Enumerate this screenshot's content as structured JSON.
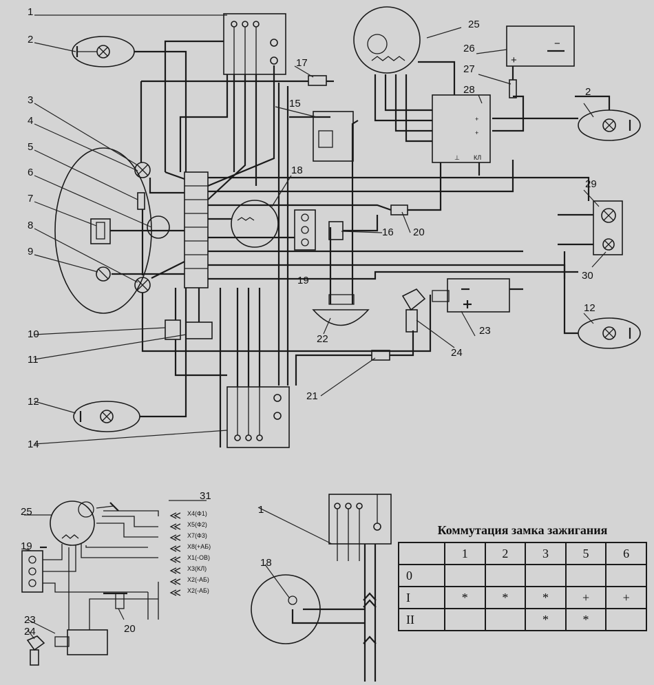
{
  "callouts": {
    "c1": "1",
    "c2": "2",
    "c3": "3",
    "c4": "4",
    "c5": "5",
    "c6": "6",
    "c7": "7",
    "c8": "8",
    "c9": "9",
    "c10": "10",
    "c11": "11",
    "c12": "12",
    "c14": "14",
    "c15": "15",
    "c16": "16",
    "c17": "17",
    "c18": "18",
    "c19": "19",
    "c20": "20",
    "c21": "21",
    "c22": "22",
    "c23": "23",
    "c24": "24",
    "c25": "25",
    "c26": "26",
    "c27": "27",
    "c28": "28",
    "c29": "29",
    "c30": "30",
    "c31": "31"
  },
  "regulator": {
    "plus_mark": "+",
    "ground_mark": "⊥",
    "kl_label": "КЛ"
  },
  "battery": {
    "plus": "+",
    "minus": "−"
  },
  "coil": {
    "minus": "−",
    "plus": "+"
  },
  "inset_left": {
    "connector_pins": [
      "X4(Ф1)",
      "X5(Ф2)",
      "X7(Ф3)",
      "X8(+АБ)",
      "X1(-ОВ)",
      "X3(КЛ)",
      "X2(-АБ)",
      "X2(-АБ)"
    ]
  },
  "ignition_table": {
    "title": "Коммутация замка зажигания",
    "columns": [
      "1",
      "2",
      "3",
      "5",
      "6"
    ],
    "rows": [
      {
        "label": "0",
        "cells": [
          "",
          "",
          "",
          "",
          ""
        ]
      },
      {
        "label": "I",
        "cells": [
          "*",
          "*",
          "*",
          "+",
          "+"
        ]
      },
      {
        "label": "II",
        "cells": [
          "",
          "",
          "*",
          "*",
          ""
        ]
      }
    ]
  }
}
